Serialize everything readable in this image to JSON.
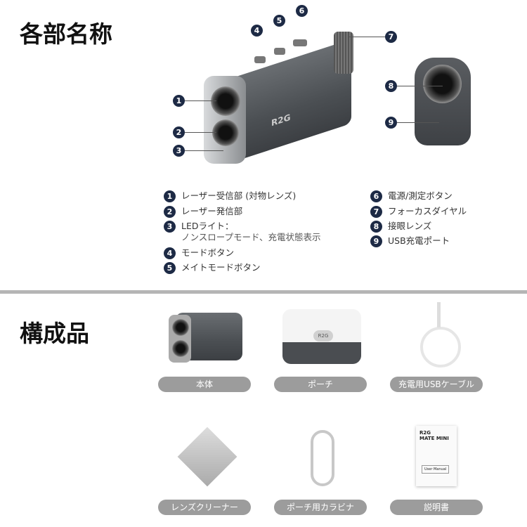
{
  "section1": {
    "title": "各部名称"
  },
  "device": {
    "brand": "R2G"
  },
  "parts": [
    {
      "num": "1",
      "label": "レーザー受信部 (対物レンズ)"
    },
    {
      "num": "2",
      "label": "レーザー発信部"
    },
    {
      "num": "3",
      "label": "LEDライト：",
      "sub": "ノンスロープモード、充電状態表示"
    },
    {
      "num": "4",
      "label": "モードボタン"
    },
    {
      "num": "5",
      "label": "メイトモードボタン"
    },
    {
      "num": "6",
      "label": "電源/測定ボタン"
    },
    {
      "num": "7",
      "label": "フォーカスダイヤル"
    },
    {
      "num": "8",
      "label": "接眼レンズ"
    },
    {
      "num": "9",
      "label": "USB充電ポート"
    }
  ],
  "section2": {
    "title": "構成品"
  },
  "components": [
    {
      "label": "本体"
    },
    {
      "label": "ポーチ"
    },
    {
      "label": "充電用USBケーブル"
    },
    {
      "label": "レンズクリーナー"
    },
    {
      "label": "ポーチ用カラビナ"
    },
    {
      "label": "説明書"
    }
  ],
  "manual": {
    "brand": "R2G",
    "title": "MATE MINI",
    "footer": "User Manual"
  },
  "colors": {
    "badge": "#1d2a45",
    "pill": "#9c9c9c",
    "divider": "#b5b5b5"
  }
}
